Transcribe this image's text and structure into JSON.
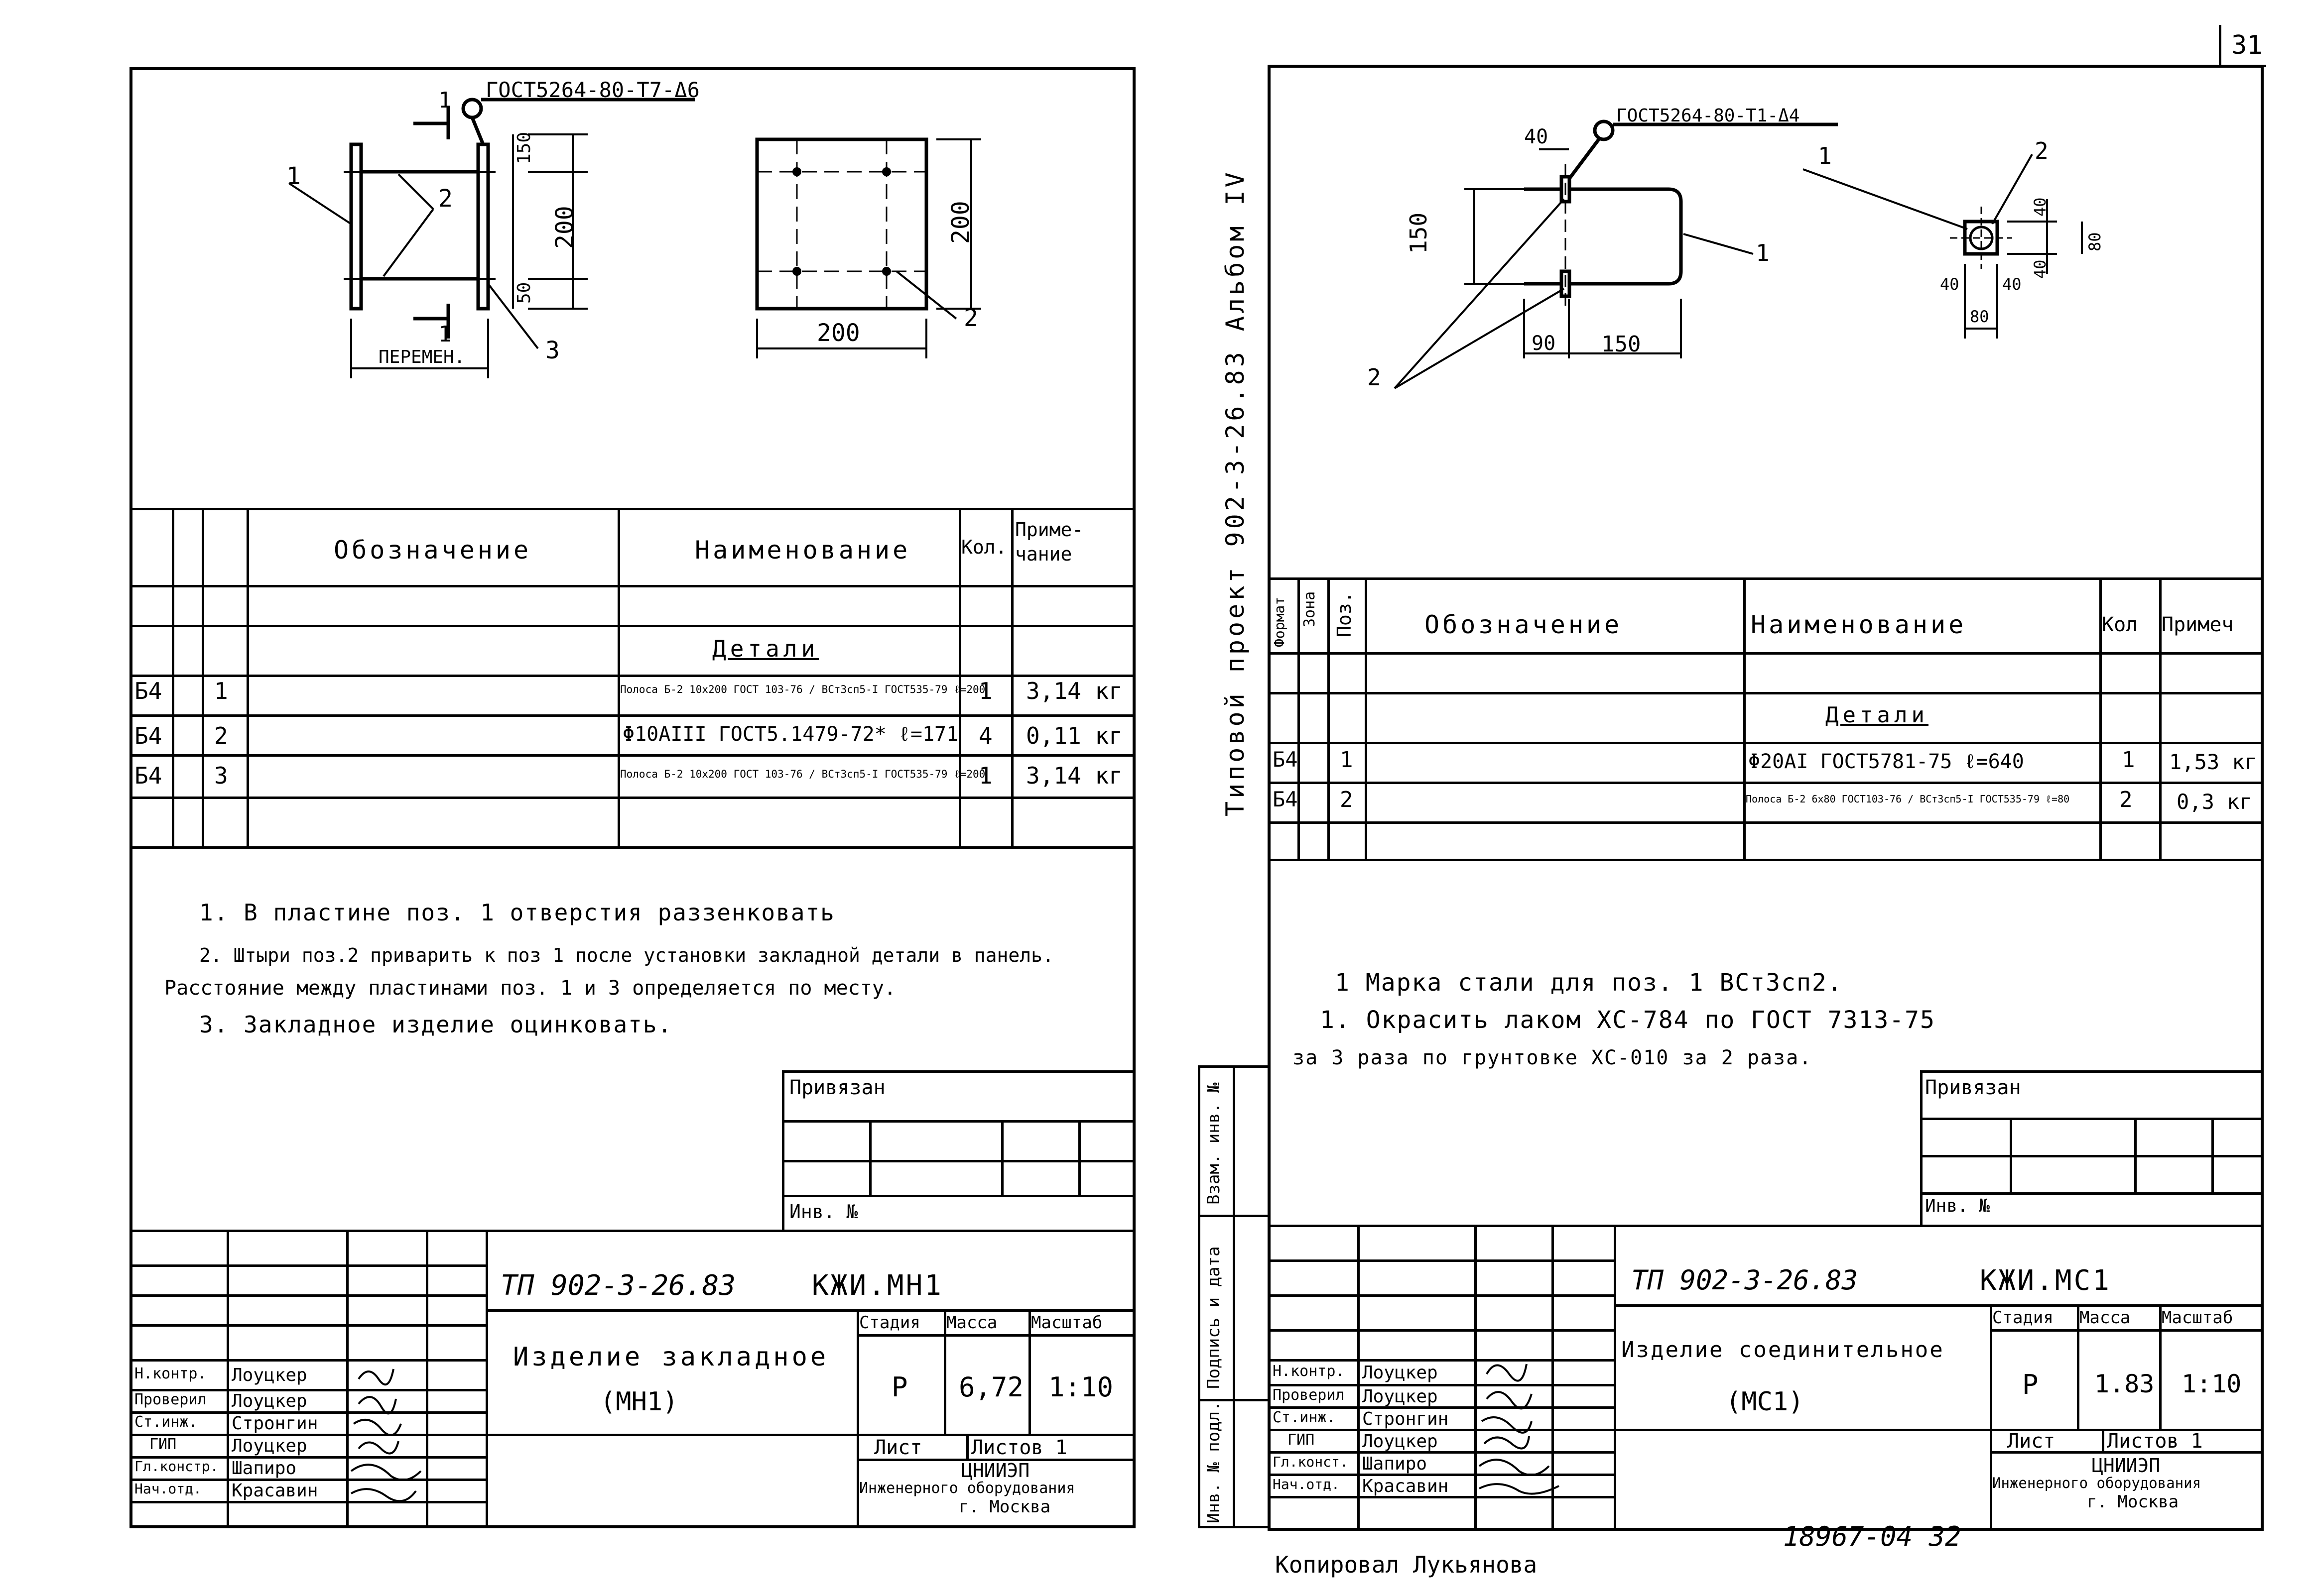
{
  "page_number": "31",
  "album_side_label": "Типовой проект 902-3-26.83   Альбом IV",
  "left": {
    "weld_note": "ГОСТ5264-80-Т7-Δ6",
    "section_mark": "1",
    "dims": {
      "d150": "150",
      "d200": "200",
      "d50": "50",
      "d200b": "200",
      "d200c": "200"
    },
    "callouts": {
      "c1": "1",
      "c2": "2",
      "c3": "3",
      "c2b": "2"
    },
    "variable_label": "ПЕРЕМЕН.",
    "table": {
      "headers": {
        "designation": "Обозначение",
        "name": "Наименование",
        "qty": "Кол.",
        "note": "Приме-чание"
      },
      "section": "Детали",
      "rows": [
        {
          "fmt": "Б4",
          "pos": "1",
          "name": "Полоса Б-2 10х200 ГОСТ 103-76 / ВСт3сп5-I ГОСТ535-79 ℓ=200",
          "qty": "1",
          "note": "3,14 кг"
        },
        {
          "fmt": "Б4",
          "pos": "2",
          "name": "Φ10АIII ГОСТ5.1479-72* ℓ=171",
          "qty": "4",
          "note": "0,11 кг"
        },
        {
          "fmt": "Б4",
          "pos": "3",
          "name": "Полоса Б-2 10х200 ГОСТ 103-76 / ВСт3сп5-I ГОСТ535-79 ℓ=200",
          "qty": "1",
          "note": "3,14 кг"
        }
      ]
    },
    "notes": [
      "1. В пластине поз. 1 отверстия раззенковать",
      "2. Штыри поз.2 приварить к поз 1 после установки закладной детали в панель.",
      "Расстояние между пластинами поз. 1 и 3 определяется по месту.",
      "3. Закладное изделие оцинковать."
    ],
    "bound_label": "Привязан",
    "inv_label": "Инв. №",
    "stamp": {
      "project_code": "ТП 902-3-26.83",
      "mark": "КЖИ.МН1",
      "title": "Изделие закладное",
      "subtitle": "(МН1)",
      "stage_label": "Стадия",
      "mass_label": "Масса",
      "scale_label": "Масштаб",
      "stage": "Р",
      "mass": "6,72",
      "scale": "1:10",
      "sheet_label": "Лист",
      "sheets_label": "Листов 1",
      "org": "ЦНИИЭП",
      "org_full": "Инженерного оборудования",
      "city": "г. Москва",
      "roles": [
        "Н.контр.",
        "Проверил",
        "Ст.инж.",
        "ГИП",
        "Гл.констр.",
        "Нач.отд."
      ],
      "names": [
        "Лоуцкер",
        "Лоуцкер",
        "Стронгин",
        "Лоуцкер",
        "Шапиро",
        "Красавин"
      ]
    }
  },
  "right": {
    "weld_note": "ГОСТ5264-80-Т1-Δ4",
    "dims": {
      "d40": "40",
      "d150v": "150",
      "d90": "90",
      "d150h": "150",
      "s40a": "40",
      "s40b": "40",
      "s80a": "80",
      "s40c": "40",
      "s40d": "40",
      "s80b": "80"
    },
    "callouts": {
      "c1": "1",
      "c1b": "1",
      "c2": "2",
      "c2b": "2"
    },
    "table": {
      "headers": {
        "format": "Формат",
        "zone": "Зона",
        "pos": "Поз.",
        "designation": "Обозначение",
        "name": "Наименование",
        "qty": "Кол",
        "note": "Примеч"
      },
      "section": "Детали",
      "rows": [
        {
          "fmt": "Б4",
          "pos": "1",
          "name": "Φ20АI ГОСТ5781-75 ℓ=640",
          "qty": "1",
          "note": "1,53 кг"
        },
        {
          "fmt": "Б4",
          "pos": "2",
          "name": "Полоса Б-2 6х80 ГОСТ103-76 / ВСт3сп5-I ГОСТ535-79 ℓ=80",
          "qty": "2",
          "note": "0,3 кг"
        }
      ]
    },
    "notes": [
      "1 Марка стали для поз. 1 ВСт3сп2.",
      "1. Окрасить лаком ХС-784 по ГОСТ 7313-75",
      "за 3 раза по грунтовке ХС-010 за 2 раза."
    ],
    "bound_label": "Привязан",
    "inv_label": "Инв. №",
    "side_labels": [
      "Инв. № подл.",
      "Подпись и дата",
      "Взам. инв. №"
    ],
    "stamp": {
      "project_code": "ТП 902-3-26.83",
      "mark": "КЖИ.МС1",
      "title": "Изделие соединительное",
      "subtitle": "(МС1)",
      "stage_label": "Стадия",
      "mass_label": "Масса",
      "scale_label": "Масштаб",
      "stage": "Р",
      "mass": "1.83",
      "scale": "1:10",
      "sheet_label": "Лист",
      "sheets_label": "Листов 1",
      "org": "ЦНИИЭП",
      "org_full": "Инженерного оборудования",
      "city": "г. Москва",
      "roles": [
        "Н.контр.",
        "Проверил",
        "Ст.инж.",
        "ГИП",
        "Гл.конст.",
        "Нач.отд."
      ],
      "names": [
        "Лоуцкер",
        "Лоуцкер",
        "Стронгин",
        "Лоуцкер",
        "Шапиро",
        "Красавин"
      ]
    }
  },
  "footer": {
    "archive_no": "18967-04 32",
    "copied_label": "Копировал Лукьянова"
  }
}
